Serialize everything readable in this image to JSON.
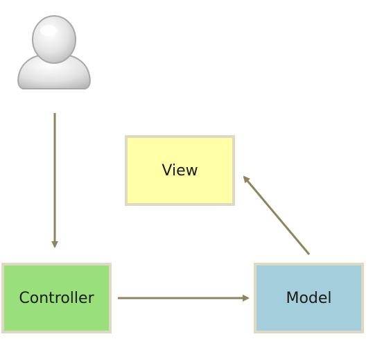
{
  "diagram": {
    "nodes": {
      "view": {
        "label": "View",
        "fill": "#ffffa8"
      },
      "controller": {
        "label": "Controller",
        "fill": "#99e07d"
      },
      "model": {
        "label": "Model",
        "fill": "#a4cedc"
      }
    },
    "edges": [
      {
        "from": "user",
        "to": "controller"
      },
      {
        "from": "controller",
        "to": "model"
      },
      {
        "from": "model",
        "to": "view"
      }
    ],
    "colors": {
      "arrow": "#8c8460",
      "node_border": "#ddd9c4",
      "user_icon": "#d8d8d8"
    },
    "icons": {
      "user": "user-icon"
    }
  }
}
